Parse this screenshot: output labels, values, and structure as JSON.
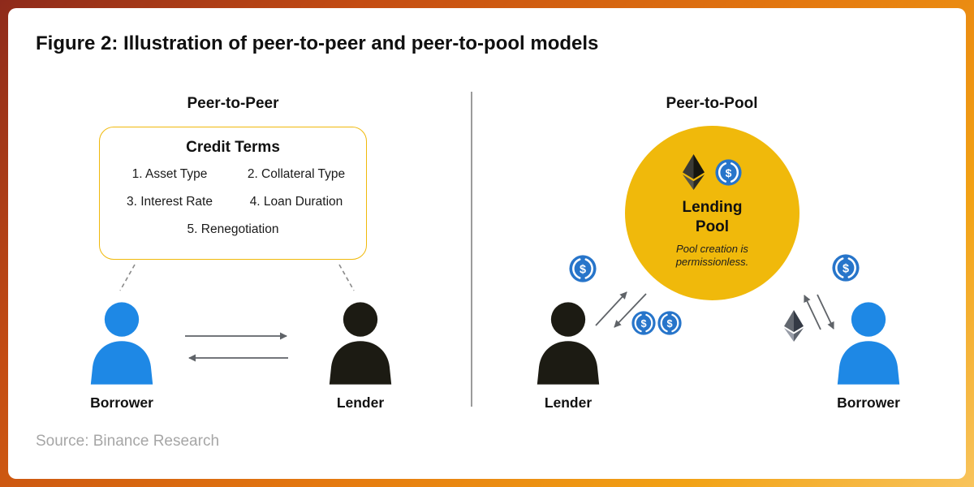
{
  "figure": {
    "title": "Figure 2: Illustration of peer-to-peer and peer-to-pool models",
    "source": "Source: Binance Research"
  },
  "p2p": {
    "title": "Peer-to-Peer",
    "credit_terms": {
      "title": "Credit Terms",
      "items": [
        "1. Asset Type",
        "2. Collateral Type",
        "3. Interest Rate",
        "4. Loan Duration",
        "5. Renegotiation"
      ]
    },
    "borrower_label": "Borrower",
    "lender_label": "Lender"
  },
  "p2pool": {
    "title": "Peer-to-Pool",
    "pool": {
      "title": "Lending Pool",
      "note": "Pool creation is permissionless."
    },
    "lender_label": "Lender",
    "borrower_label": "Borrower"
  },
  "icons": {
    "usdc_symbol": "$",
    "usdc_name": "usdc-icon",
    "eth_name": "ethereum-icon"
  },
  "colors": {
    "accent_yellow": "#F0B90B",
    "usdc_blue": "#2775CA",
    "person_blue": "#1E88E5",
    "person_dark": "#1C1B13",
    "arrow_gray": "#5F6368"
  }
}
